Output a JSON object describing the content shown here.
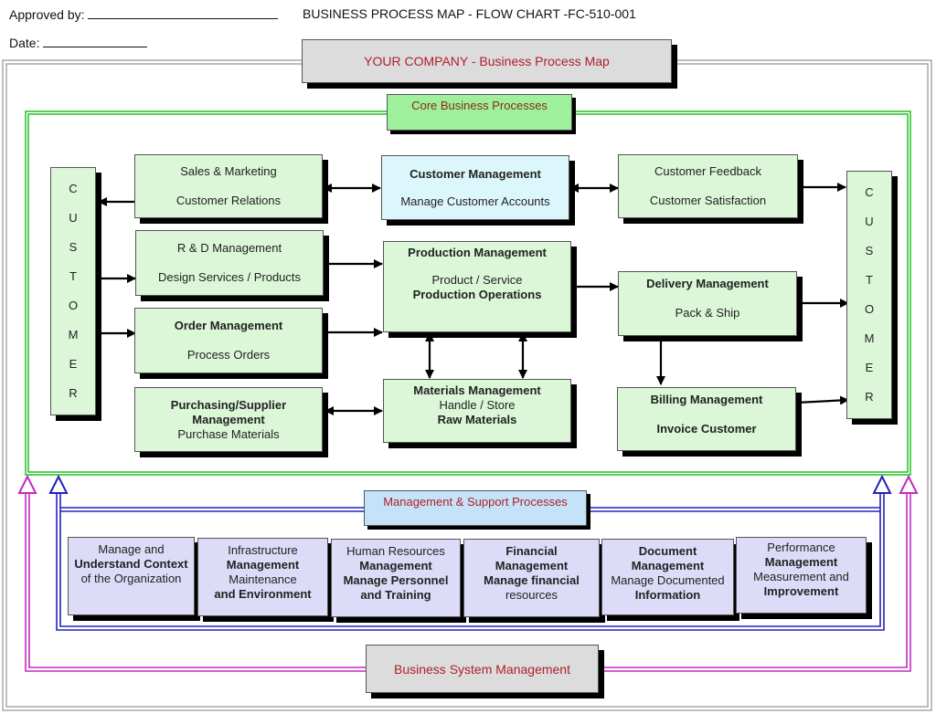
{
  "header": {
    "approved_by_label": "Approved by:",
    "date_label": "Date:",
    "doc_title": "BUSINESS PROCESS MAP - FLOW CHART -FC-510-001"
  },
  "company_title": "YOUR COMPANY - Business Process Map",
  "core": {
    "label": "Core Business Processes",
    "customer_left": [
      "C",
      "U",
      "S",
      "T",
      "O",
      "M",
      "E",
      "R"
    ],
    "customer_right": [
      "C",
      "U",
      "S",
      "T",
      "O",
      "M",
      "E",
      "R"
    ],
    "sales": {
      "line1": "Sales & Marketing",
      "line2": "Customer Relations"
    },
    "rnd": {
      "line1": "R & D Management",
      "line2": "Design Services / Products"
    },
    "order": {
      "line1": "Order Management",
      "line2": "Process Orders"
    },
    "purchasing": {
      "line1": "Purchasing/Supplier",
      "line2": "Management",
      "line3": "Purchase Materials"
    },
    "customer_mgmt": {
      "line1": "Customer Management",
      "line2": "Manage Customer Accounts"
    },
    "production": {
      "line1": "Production Management",
      "line2": "Product / Service",
      "line3": "Production Operations"
    },
    "materials": {
      "line1": "Materials Management",
      "line2": "Handle / Store",
      "line3": "Raw Materials"
    },
    "feedback": {
      "line1": "Customer Feedback",
      "line2": "Customer Satisfaction"
    },
    "delivery": {
      "line1": "Delivery Management",
      "line2": "Pack & Ship"
    },
    "billing": {
      "line1": "Billing Management",
      "line2": "Invoice Customer"
    }
  },
  "support": {
    "label": "Management & Support Processes",
    "boxes": [
      {
        "l1": "Manage and",
        "l2": "Understand Context",
        "l3": "of the Organization",
        "l4": ""
      },
      {
        "l1": "Infrastructure",
        "l2": "Management",
        "l3": "Maintenance",
        "l4": "and Environment"
      },
      {
        "l1": "Human Resources",
        "l2": "Management",
        "l3": "Manage Personnel",
        "l4": "and Training"
      },
      {
        "l1": "Financial",
        "l2": "Management",
        "l3": "Manage financial",
        "l4": "resources"
      },
      {
        "l1": "Document",
        "l2": "Management",
        "l3": "Manage Documented",
        "l4": "Information"
      },
      {
        "l1": "Performance",
        "l2": "Management",
        "l3": "Measurement and",
        "l4": "Improvement"
      }
    ]
  },
  "business_system": "Business System Management",
  "colors": {
    "core_frame": "#2ec62e",
    "support_frame": "#2222bb",
    "system_frame": "#c02cc0",
    "outer_frame": "#a8a8a8",
    "title_text": "#b0202a"
  }
}
